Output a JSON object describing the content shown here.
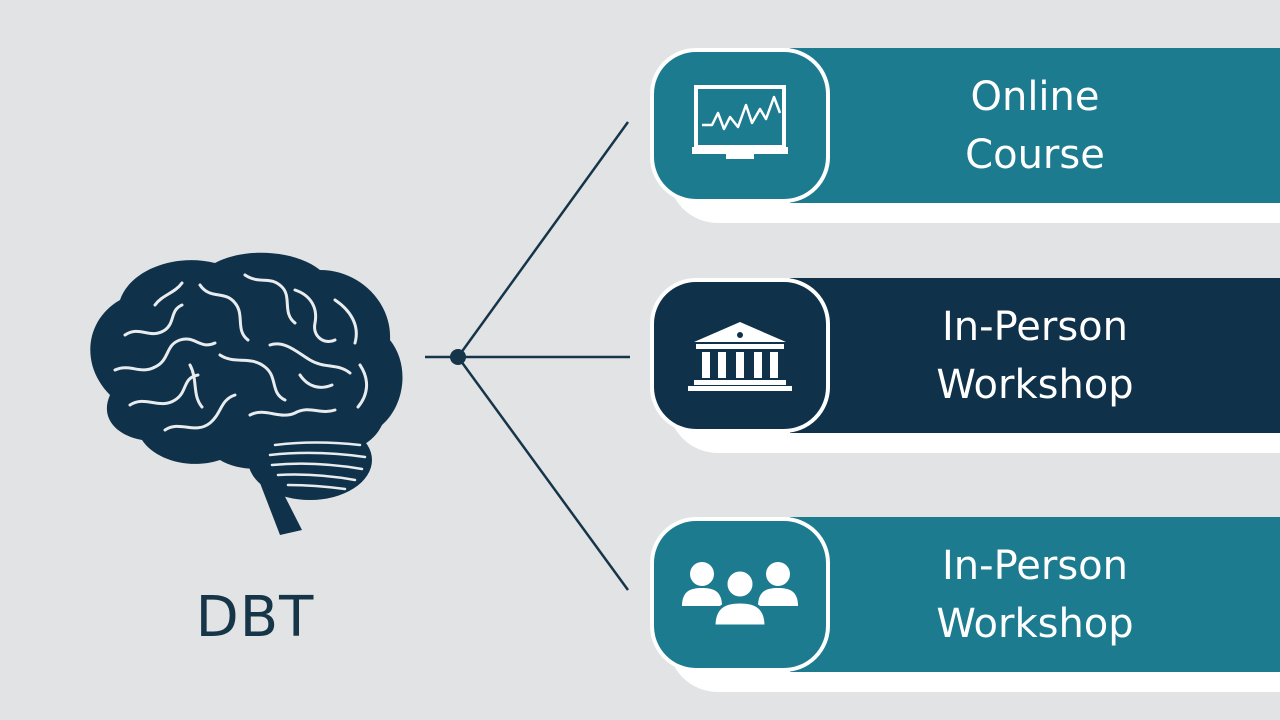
{
  "center": {
    "label": "DBT",
    "icon": "brain-icon"
  },
  "options": [
    {
      "line1": "Online",
      "line2": "Course",
      "icon": "monitor-chart-icon",
      "color": "#1d7b8f"
    },
    {
      "line1": "In-Person",
      "line2": "Workshop",
      "icon": "institution-building-icon",
      "color": "#0f3149"
    },
    {
      "line1": "In-Person",
      "line2": "Workshop",
      "icon": "group-people-icon",
      "color": "#1d7b8f"
    }
  ],
  "colors": {
    "background": "#e1e3e4",
    "navy": "#0f3149",
    "teal": "#1d7b8f",
    "text_dark": "#163549"
  }
}
